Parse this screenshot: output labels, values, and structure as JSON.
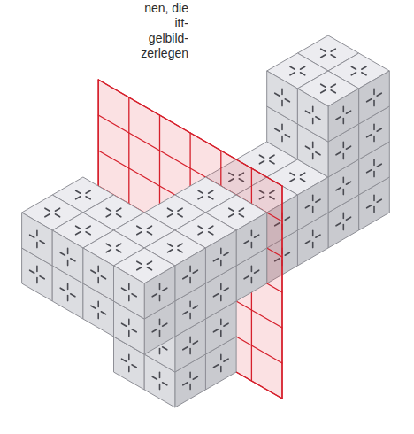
{
  "diagram": {
    "labels": [
      "nen, die",
      "itt-",
      "gelbild-",
      "zerlegen"
    ]
  }
}
